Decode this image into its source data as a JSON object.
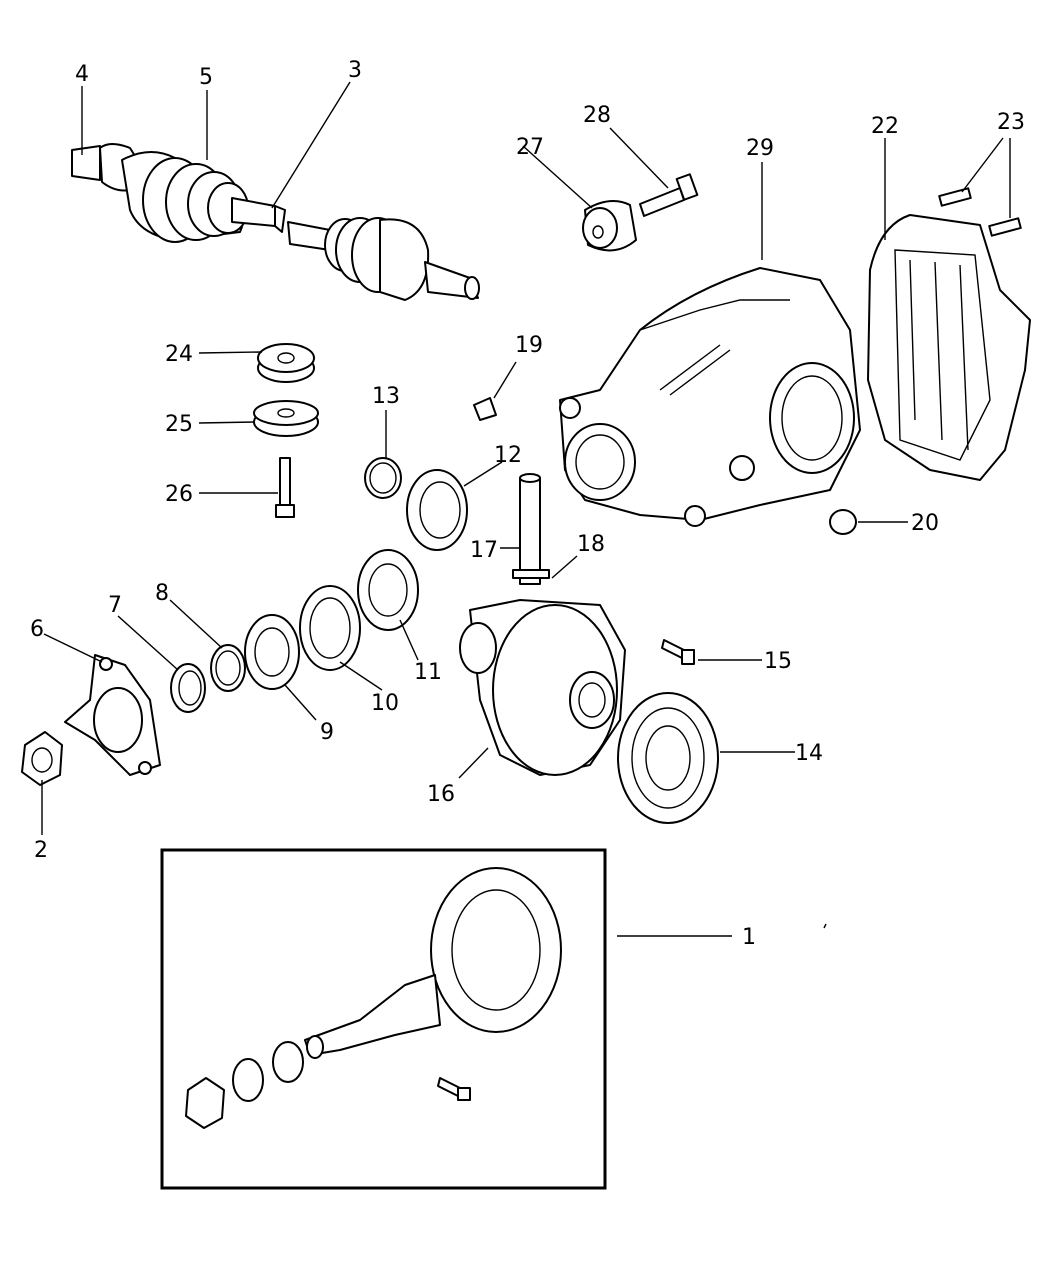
{
  "callouts": {
    "c1": "1",
    "c2": "2",
    "c3": "3",
    "c4": "4",
    "c5": "5",
    "c6": "6",
    "c7": "7",
    "c8": "8",
    "c9": "9",
    "c10": "10",
    "c11": "11",
    "c12": "12",
    "c13": "13",
    "c14": "14",
    "c15": "15",
    "c16": "16",
    "c17": "17",
    "c18": "18",
    "c19": "19",
    "c20": "20",
    "c22": "22",
    "c23": "23",
    "c24": "24",
    "c25": "25",
    "c26": "26",
    "c27": "27",
    "c28": "28",
    "c29": "29"
  }
}
